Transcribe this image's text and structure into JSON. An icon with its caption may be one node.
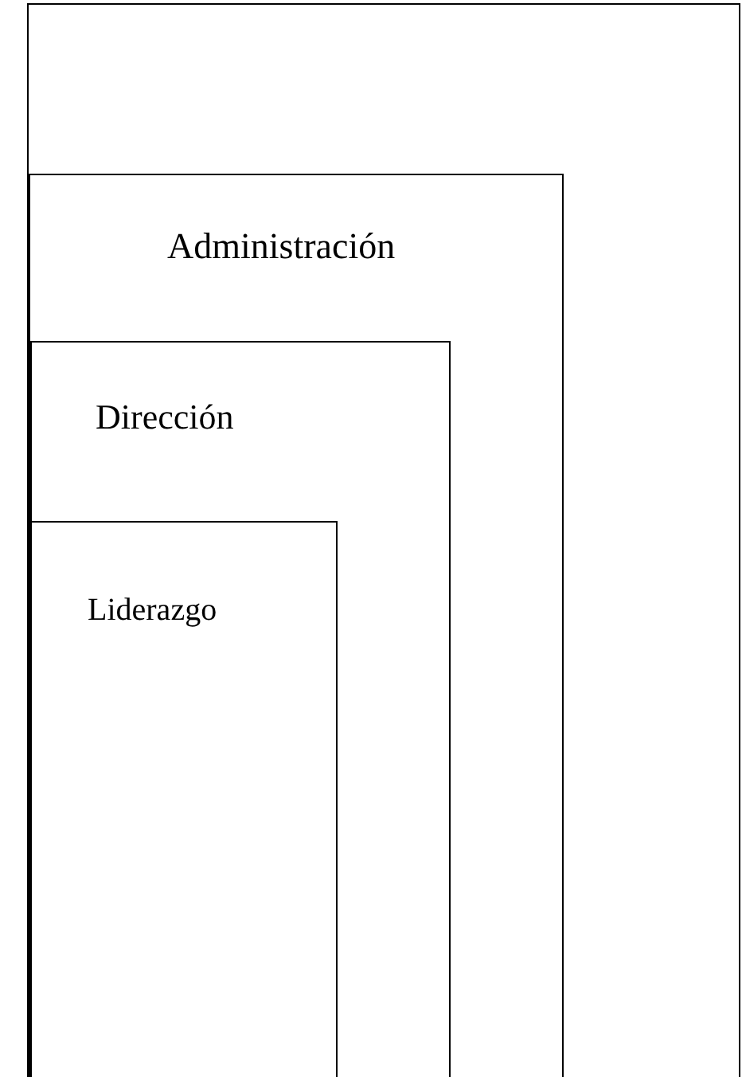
{
  "diagram": {
    "nodes": [
      {
        "text": [],
        "shape": "box"
      },
      {
        "text": [
          "Administración"
        ],
        "in": 0
      },
      {
        "text": [
          "Dirección"
        ],
        "in": 1
      },
      {
        "text": [
          "Liderazgo"
        ],
        "in": 2
      }
    ]
  }
}
